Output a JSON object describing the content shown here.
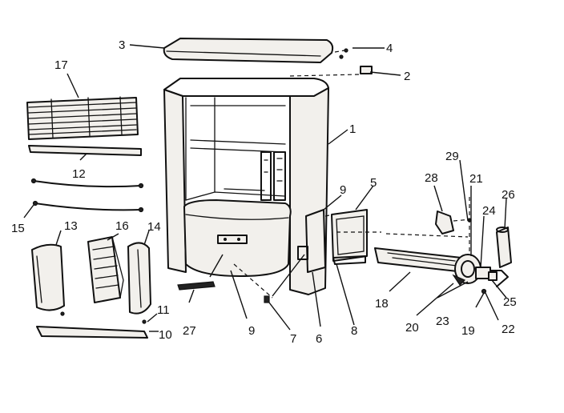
{
  "diagram": {
    "callouts": [
      {
        "id": "c1",
        "text": "1"
      },
      {
        "id": "c2",
        "text": "2"
      },
      {
        "id": "c3",
        "text": "3"
      },
      {
        "id": "c4",
        "text": "4"
      },
      {
        "id": "c5",
        "text": "5"
      },
      {
        "id": "c6",
        "text": "6"
      },
      {
        "id": "c7",
        "text": "7"
      },
      {
        "id": "c8",
        "text": "8"
      },
      {
        "id": "c9a",
        "text": "9"
      },
      {
        "id": "c9b",
        "text": "9"
      },
      {
        "id": "c10",
        "text": "10"
      },
      {
        "id": "c11",
        "text": "11"
      },
      {
        "id": "c12",
        "text": "12"
      },
      {
        "id": "c13",
        "text": "13"
      },
      {
        "id": "c14",
        "text": "14"
      },
      {
        "id": "c15",
        "text": "15"
      },
      {
        "id": "c16",
        "text": "16"
      },
      {
        "id": "c17",
        "text": "17"
      },
      {
        "id": "c18",
        "text": "18"
      },
      {
        "id": "c19",
        "text": "19"
      },
      {
        "id": "c20",
        "text": "20"
      },
      {
        "id": "c21",
        "text": "21"
      },
      {
        "id": "c22",
        "text": "22"
      },
      {
        "id": "c23",
        "text": "23"
      },
      {
        "id": "c24",
        "text": "24"
      },
      {
        "id": "c25",
        "text": "25"
      },
      {
        "id": "c26",
        "text": "26"
      },
      {
        "id": "c27",
        "text": "27"
      },
      {
        "id": "c28",
        "text": "28"
      },
      {
        "id": "c29",
        "text": "29"
      }
    ]
  }
}
